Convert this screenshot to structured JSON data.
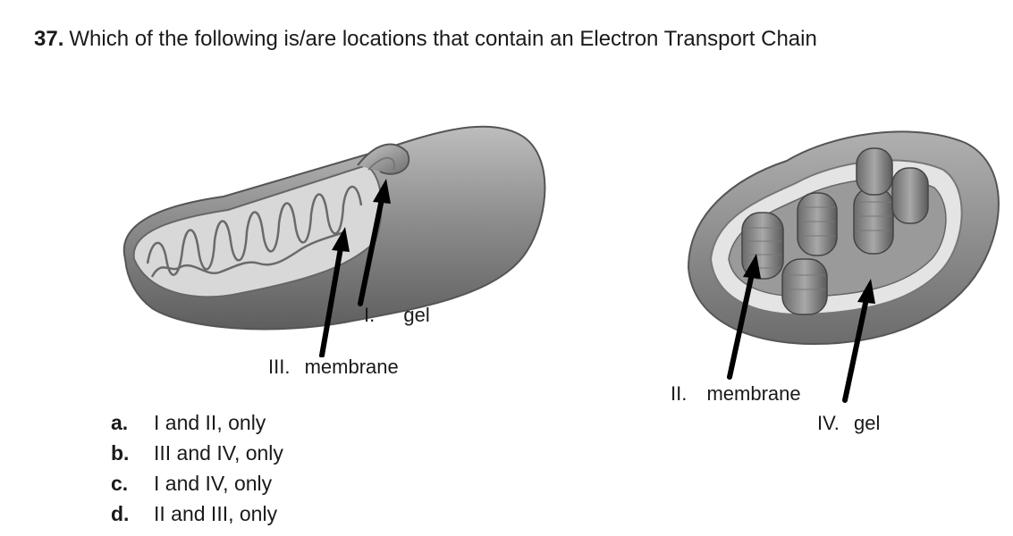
{
  "question": {
    "number": "37.",
    "text": "Which of the following is/are locations that contain an Electron Transport Chain"
  },
  "labels": {
    "i": "I.",
    "i_text": "gel",
    "iii": "III.",
    "iii_text": "membrane",
    "ii": "II.",
    "ii_text": "membrane",
    "iv": "IV.",
    "iv_text": "gel"
  },
  "options": [
    {
      "letter": "a.",
      "text": "I and II, only"
    },
    {
      "letter": "b.",
      "text": "III and IV, only"
    },
    {
      "letter": "c.",
      "text": "I and IV, only"
    },
    {
      "letter": "d.",
      "text": "II and III, only"
    }
  ]
}
